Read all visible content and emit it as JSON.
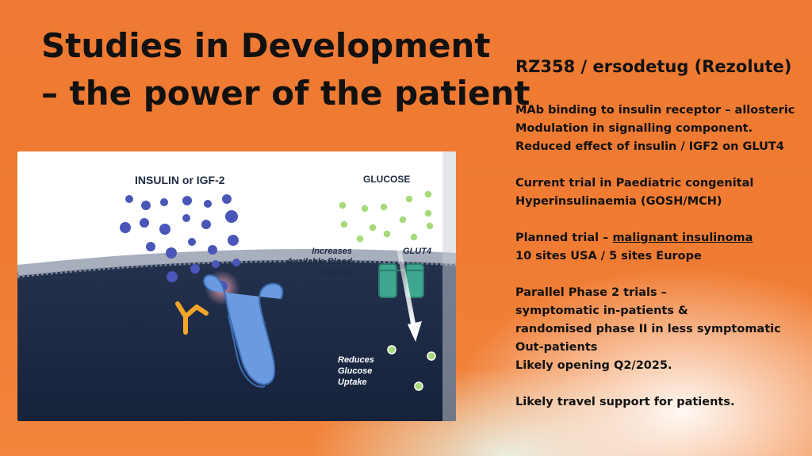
{
  "slide": {
    "title_line1": "Studies in Development",
    "title_line2": "– the power of the patient"
  },
  "panel": {
    "heading": "RZ358 / ersodetug (Rezolute)",
    "line1": "MAb binding to insulin receptor – allosteric",
    "line2": "Modulation in signalling component.",
    "line3": "Reduced effect of insulin / IGF2 on GLUT4",
    "line4": "Current trial in Paediatric congenital",
    "line5": "Hyperinsulinaemia (GOSH/MCH)",
    "line6_prefix": "Planned trial – ",
    "line6_link": "malignant insulinoma",
    "line7": "10 sites USA / 5 sites Europe",
    "line8": "Parallel Phase 2 trials –",
    "line9": "symptomatic in-patients &",
    "line10": "randomised phase II in less symptomatic",
    "line11": "Out-patients",
    "line12": "Likely opening  Q2/2025.",
    "line13": "Likely travel support for patients."
  },
  "figure": {
    "label_insulin": "INSULIN or IGF-2",
    "label_glucose": "GLUCOSE",
    "label_increases_1": "Increases",
    "label_increases_2": "Available Blood",
    "label_increases_3": "Glucose",
    "label_glut4": "GLUT4",
    "label_rz_1": "RZ358",
    "label_rz_2": "Reduces",
    "label_rz_3": "Signaling",
    "label_reduces_1": "Reduces",
    "label_reduces_2": "Glucose",
    "label_reduces_3": "Uptake"
  },
  "colors": {
    "background": "#ef7a32",
    "cell_interior": "#1d2b45",
    "membrane": "#9aa3b3",
    "receptor": "#5b8fd4",
    "glut4": "#3fa690",
    "glucose": "#9ad36a",
    "insulin": "#4a56b8",
    "antibody": "#f3a72a"
  }
}
